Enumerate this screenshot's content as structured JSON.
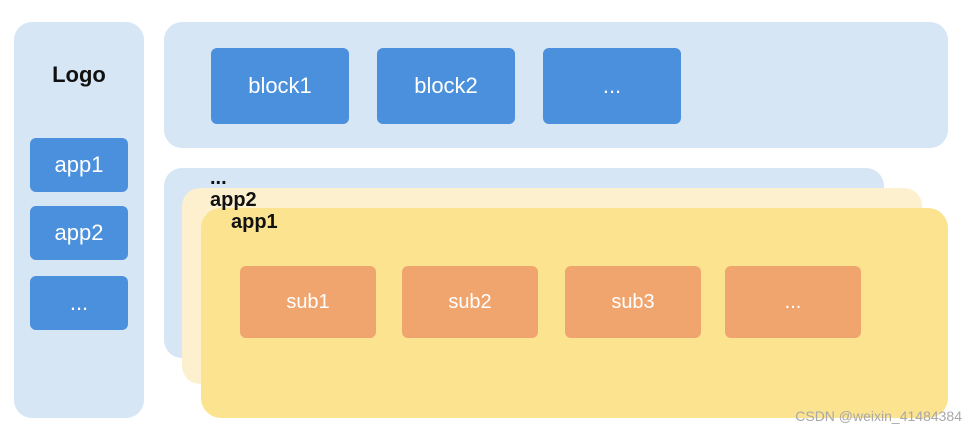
{
  "sidebar": {
    "logo": "Logo",
    "items": [
      {
        "label": "app1"
      },
      {
        "label": "app2"
      },
      {
        "label": "..."
      }
    ]
  },
  "topbar": {
    "blocks": [
      {
        "label": "block1"
      },
      {
        "label": "block2"
      },
      {
        "label": "..."
      }
    ]
  },
  "layers": {
    "back_label": "...",
    "mid_label": "app2",
    "front_label": "app1"
  },
  "subs": [
    {
      "label": "sub1"
    },
    {
      "label": "sub2"
    },
    {
      "label": "sub3"
    },
    {
      "label": "..."
    }
  ],
  "watermark": "CSDN @weixin_41484384",
  "colors": {
    "panel_blue": "#d7e6f5",
    "button_blue": "#4a90dc",
    "layer_cream": "#fdf0cf",
    "layer_yellow": "#fbe38f",
    "sub_orange": "#f0a46e"
  }
}
